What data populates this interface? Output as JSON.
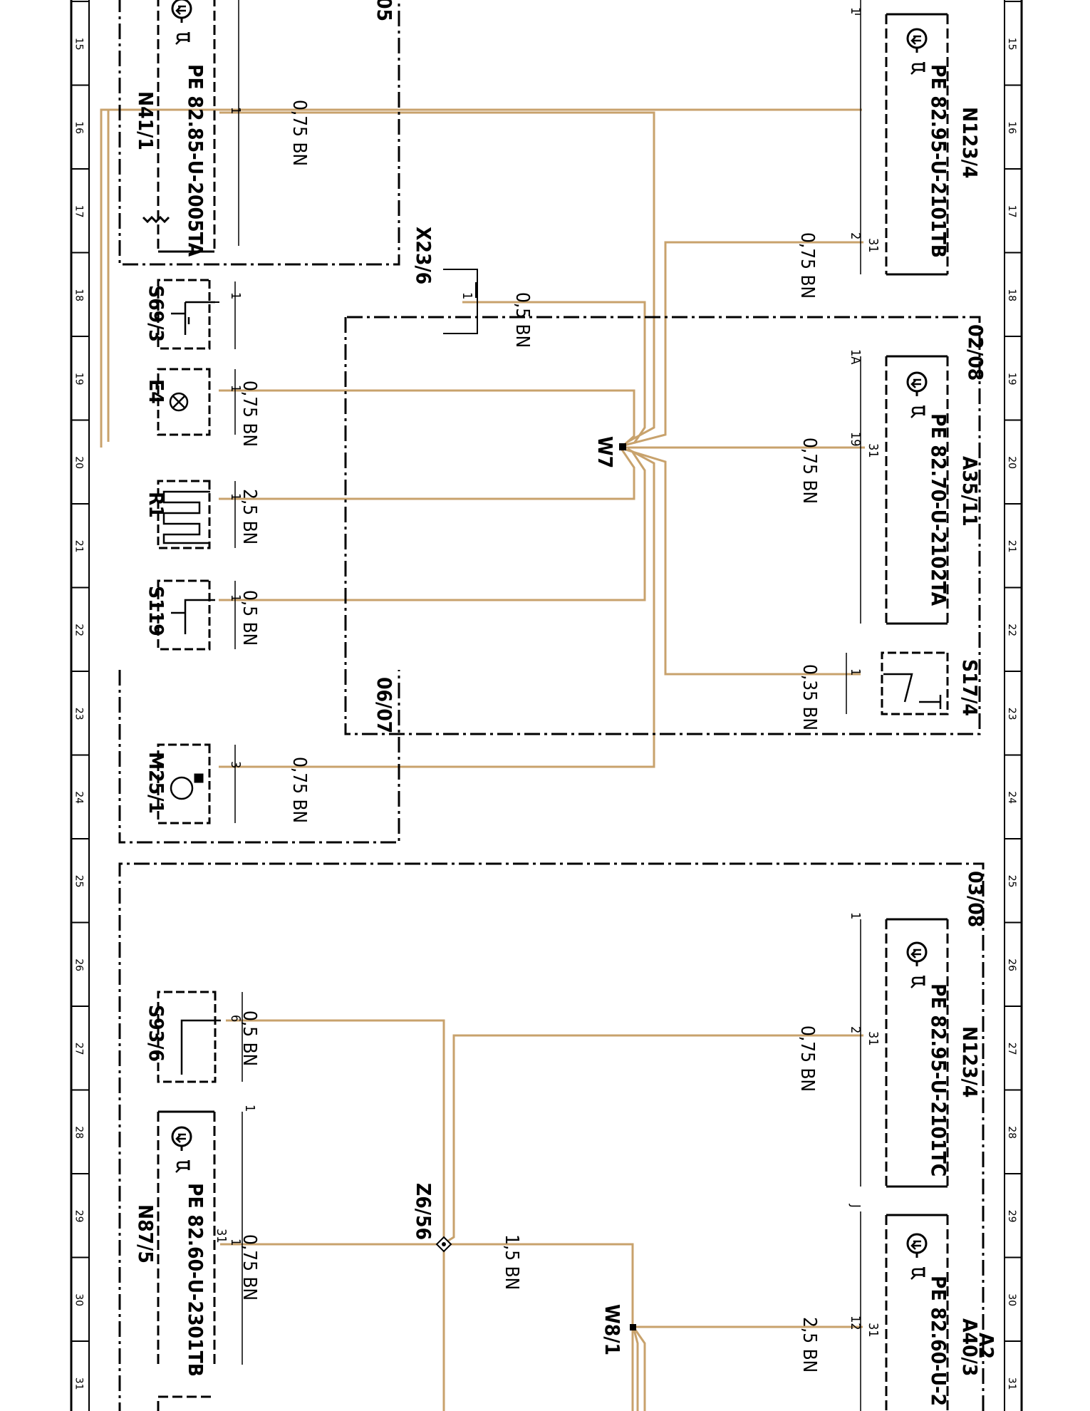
{
  "ruler": {
    "top_numbers": [
      "15",
      "16",
      "17",
      "18",
      "19",
      "20",
      "21",
      "22",
      "23",
      "24",
      "25",
      "26",
      "27",
      "28",
      "29",
      "30",
      "31"
    ],
    "bottom_numbers": [
      "15",
      "16",
      "17",
      "18",
      "19",
      "20",
      "21",
      "22",
      "23",
      "24",
      "25",
      "26",
      "27",
      "28",
      "29",
      "30",
      "31"
    ]
  },
  "colors": {
    "wire": "#c8a26c",
    "ink": "#000000"
  },
  "components": {
    "n41_1": {
      "label": "N41/1",
      "part": "PE 82.85-U-2005TA",
      "pin": "1",
      "icon": "earth-sensor-icon"
    },
    "s69_3": {
      "label": "S69/3",
      "pin": "1",
      "icon": "switch-icon"
    },
    "e4": {
      "label": "E4",
      "pin": "1",
      "icon": "lamp-icon"
    },
    "r1": {
      "label": "R1",
      "pin": "1",
      "icon": "heater-resistor-icon"
    },
    "s119": {
      "label": "S119",
      "pin": "1",
      "icon": "switch-icon"
    },
    "m25_1": {
      "label": "M25/1",
      "pin": "3",
      "icon": "motor-icon"
    },
    "s93_6": {
      "label": "S93/6",
      "pin": "6",
      "icon": "switch-icon"
    },
    "n87_5": {
      "label": "N87/5",
      "part": "PE 82.60-U-2301TB",
      "pin": "1",
      "pin_alt": "31",
      "top_pin": "1",
      "icon": "earth-sensor-icon"
    },
    "x23_6": {
      "label": "X23/6",
      "pin": "1",
      "icon": "connector-icon"
    },
    "n123_4_top": {
      "label": "N123/4",
      "part": "PE 82.95-U-2101TB",
      "pin": "2",
      "pin_alt": "31",
      "top_pin": "1",
      "icon": "earth-sensor-icon"
    },
    "a35_11": {
      "label": "A35/11",
      "part": "PE 82.70-U-2102TA",
      "pin": "19",
      "pin_alt": "31",
      "top_pin": "1A",
      "icon": "earth-sensor-icon"
    },
    "s17_4": {
      "label": "S17/4",
      "pin": "1",
      "icon": "switch-icon"
    },
    "n123_4_bottom": {
      "label": "N123/4",
      "part": "PE 82.95-U-2101TC",
      "pin": "2",
      "pin_alt": "31",
      "top_pin": "1",
      "icon": "earth-sensor-icon"
    },
    "a40_3": {
      "label": "A40/3",
      "part": "PE 82.60-U-2",
      "pin": "12",
      "pin_alt": "31",
      "top_pin": "J",
      "icon": "earth-sensor-icon"
    },
    "a2": {
      "label": "A2"
    }
  },
  "nodes": {
    "w7": "W7",
    "w8_1": "W8/1",
    "z6_56": "Z6/56"
  },
  "references": {
    "r05": "05",
    "r06_07": "06/07",
    "r02_08": "02/08",
    "r03_08": "03/08"
  },
  "wires": {
    "n41": "0,75 BN",
    "x23": "0,5 BN",
    "e4": "0,75 BN",
    "r1": "2,5 BN",
    "s119": "0,5 BN",
    "m25": "0,75 BN",
    "n123_top": "0,75 BN",
    "a35": "0,75 BN",
    "s17": "0,35 BN",
    "s93": "0,5 BN",
    "n123_bottom": "0,75 BN",
    "n87": "0,75 BN",
    "z6_w8": "1,5 BN",
    "a40": "2,5 BN"
  }
}
